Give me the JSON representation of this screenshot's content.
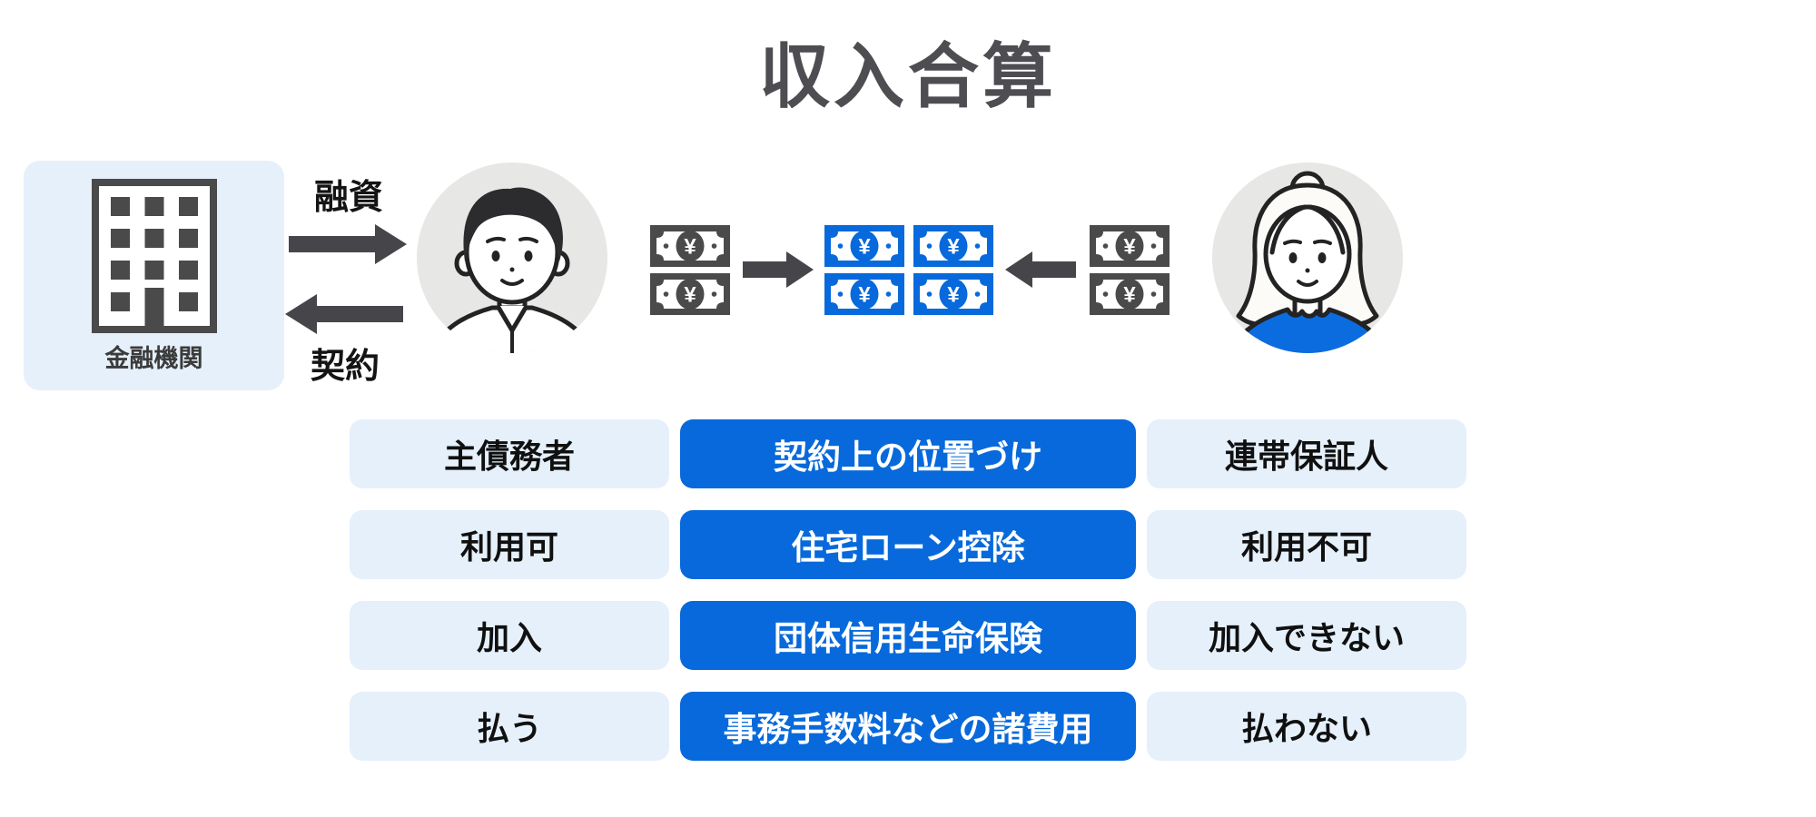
{
  "title": "収入合算",
  "bank": {
    "label": "金融機関"
  },
  "flows": {
    "loan": "融資",
    "contract": "契約"
  },
  "money": {
    "yen": "¥"
  },
  "table": {
    "rows": [
      {
        "left": "主債務者",
        "center": "契約上の位置づけ",
        "right": "連帯保証人"
      },
      {
        "left": "利用可",
        "center": "住宅ローン控除",
        "right": "利用不可"
      },
      {
        "left": "加入",
        "center": "団体信用生命保険",
        "right": "加入できない"
      },
      {
        "left": "払う",
        "center": "事務手数料などの諸費用",
        "right": "払わない"
      }
    ]
  },
  "colors": {
    "accent_blue": "#0769DB",
    "panel_blue": "#E5F0FB",
    "icon_gray": "#4A4A4A"
  }
}
